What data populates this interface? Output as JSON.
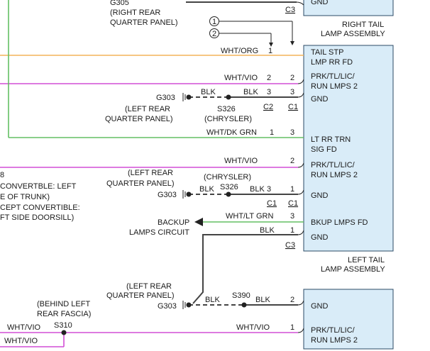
{
  "top_section": {
    "g305": "G305",
    "g305_loc_1": "(RIGHT REAR",
    "g305_loc_2": "QUARTER PANEL)",
    "c3": "C3",
    "gnd": "GND",
    "assembly_1": "RIGHT TAIL",
    "assembly_2": "LAMP ASSEMBLY",
    "note_1": "1",
    "note_2": "2"
  },
  "left_tail_lamp": {
    "title_1": "LEFT TAIL",
    "title_2": "LAMP ASSEMBLY",
    "pins": [
      {
        "wire": "WHT/ORG",
        "pin_left": "1",
        "pin_right": "",
        "func_1": "TAIL STP",
        "func_2": "LMP RR FD"
      },
      {
        "wire": "WHT/VIO",
        "pin_left": "2",
        "pin_right": "2",
        "func_1": "PRK/TL/LIC/",
        "func_2": "RUN LMPS 2"
      },
      {
        "wire": "BLK",
        "pin_left": "3",
        "pin_right": "3",
        "func_1": "GND",
        "func_2": ""
      },
      {
        "wire": "WHT/DK GRN",
        "pin_left": "1",
        "pin_right": "3",
        "func_1": "LT RR TRN",
        "func_2": "SIG FD"
      },
      {
        "wire": "WHT/VIO",
        "pin_left": "",
        "pin_right": "2",
        "func_1": "PRK/TL/LIC/",
        "func_2": "RUN LMPS 2"
      },
      {
        "wire": "BLK",
        "pin_left": "3",
        "pin_right": "1",
        "func_1": "GND",
        "func_2": ""
      },
      {
        "wire": "WHT/LT GRN",
        "pin_left": "",
        "pin_right": "3",
        "func_1": "BKUP LMPS FD",
        "func_2": ""
      },
      {
        "wire": "BLK",
        "pin_left": "",
        "pin_right": "1",
        "func_1": "GND",
        "func_2": ""
      }
    ],
    "c1": "C1",
    "c2": "C2",
    "c3": "C3"
  },
  "ground_1": {
    "g303": "G303",
    "blk_a": "BLK",
    "loc_1": "(LEFT REAR",
    "loc_2": "QUARTER PANEL)",
    "splice": "S326",
    "splice_owner": "(CHRYSLER)"
  },
  "ground_2": {
    "g303": "G303",
    "blk_a": "BLK",
    "loc_1": "(LEFT REAR",
    "loc_2": "QUARTER PANEL)",
    "splice": "S326",
    "splice_owner": "(CHRYSLER)"
  },
  "left_notes": {
    "line_1": "8",
    "line_2": "CONVERTBLE: LEFT",
    "line_3": "E OF TRUNK)",
    "line_4": "CEPT CONVERTIBLE:",
    "line_5": "FT SIDE DOORSILL)"
  },
  "backup": {
    "label_1": "BACKUP",
    "label_2": "LAMPS CIRCUIT"
  },
  "bottom_section": {
    "g303": "G303",
    "loc_1": "(LEFT REAR",
    "loc_2": "QUARTER PANEL)",
    "blk_a": "BLK",
    "splice": "S390",
    "blk_b": "BLK",
    "pin_gnd": "2",
    "gnd": "GND",
    "s310_loc_1": "(BEHIND LEFT",
    "s310_loc_2": "REAR FASCIA)",
    "s310": "S310",
    "wht_vio_left": "WHT/VIO",
    "wht_vio_bottom": "WHT/VIO",
    "wht_vio_right": "WHT/VIO",
    "pin_vio": "1",
    "func_1": "PRK/TL/LIC/",
    "func_2": "RUN LMPS 2"
  }
}
